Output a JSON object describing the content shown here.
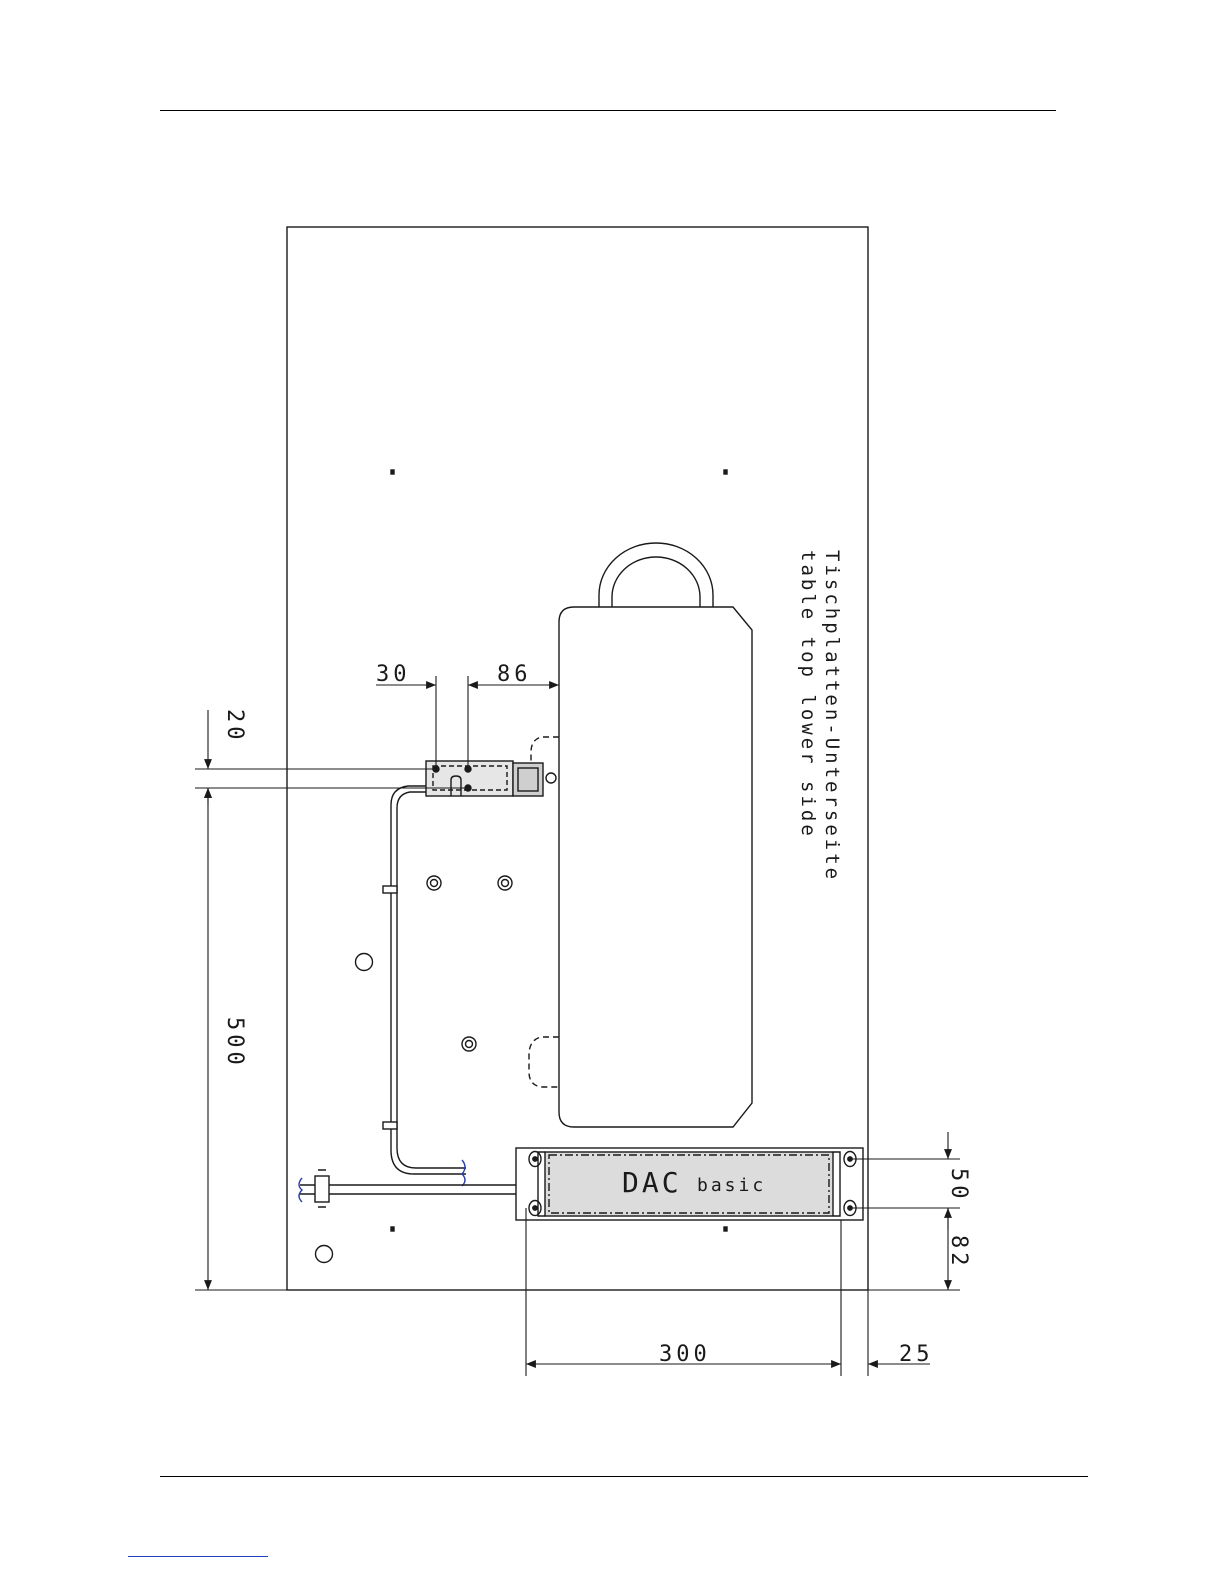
{
  "drawing": {
    "caption_de": "Tischplatten-Unterseite",
    "caption_en": "table top lower side",
    "device_label_main": "DAC",
    "device_label_sub": "basic"
  },
  "dimensions": {
    "d30": "30",
    "d86": "86",
    "d20": "20",
    "d500": "500",
    "d50": "50",
    "d82": "82",
    "d300": "300",
    "d25": "25"
  },
  "colors": {
    "line": "#1a1a1a",
    "device_fill": "#dcdcdc",
    "cable_end": "#2a3ea8",
    "footer_link": "#1f3fbf"
  }
}
